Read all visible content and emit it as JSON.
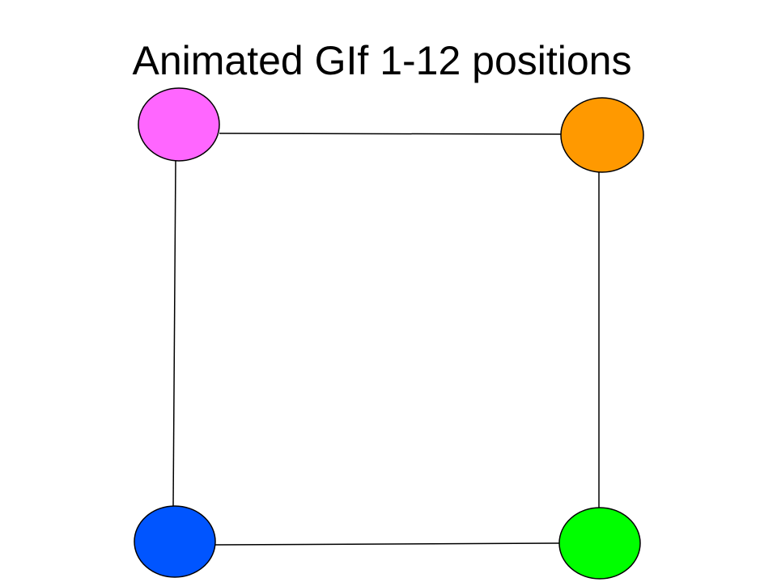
{
  "slide": {
    "title": "Animated GIf 1-12 positions"
  },
  "diagram": {
    "nodes": [
      {
        "name": "top-left-node",
        "color": "#ff66ff"
      },
      {
        "name": "top-right-node",
        "color": "#ff9900"
      },
      {
        "name": "bottom-left-node",
        "color": "#0055ff"
      },
      {
        "name": "bottom-right-node",
        "color": "#00ff00"
      }
    ],
    "edges": [
      {
        "name": "top-edge",
        "from": "top-left-node",
        "to": "top-right-node"
      },
      {
        "name": "left-edge",
        "from": "top-left-node",
        "to": "bottom-left-node"
      },
      {
        "name": "right-edge",
        "from": "top-right-node",
        "to": "bottom-right-node"
      },
      {
        "name": "bottom-edge",
        "from": "bottom-left-node",
        "to": "bottom-right-node"
      }
    ],
    "stroke_color": "#000000"
  }
}
